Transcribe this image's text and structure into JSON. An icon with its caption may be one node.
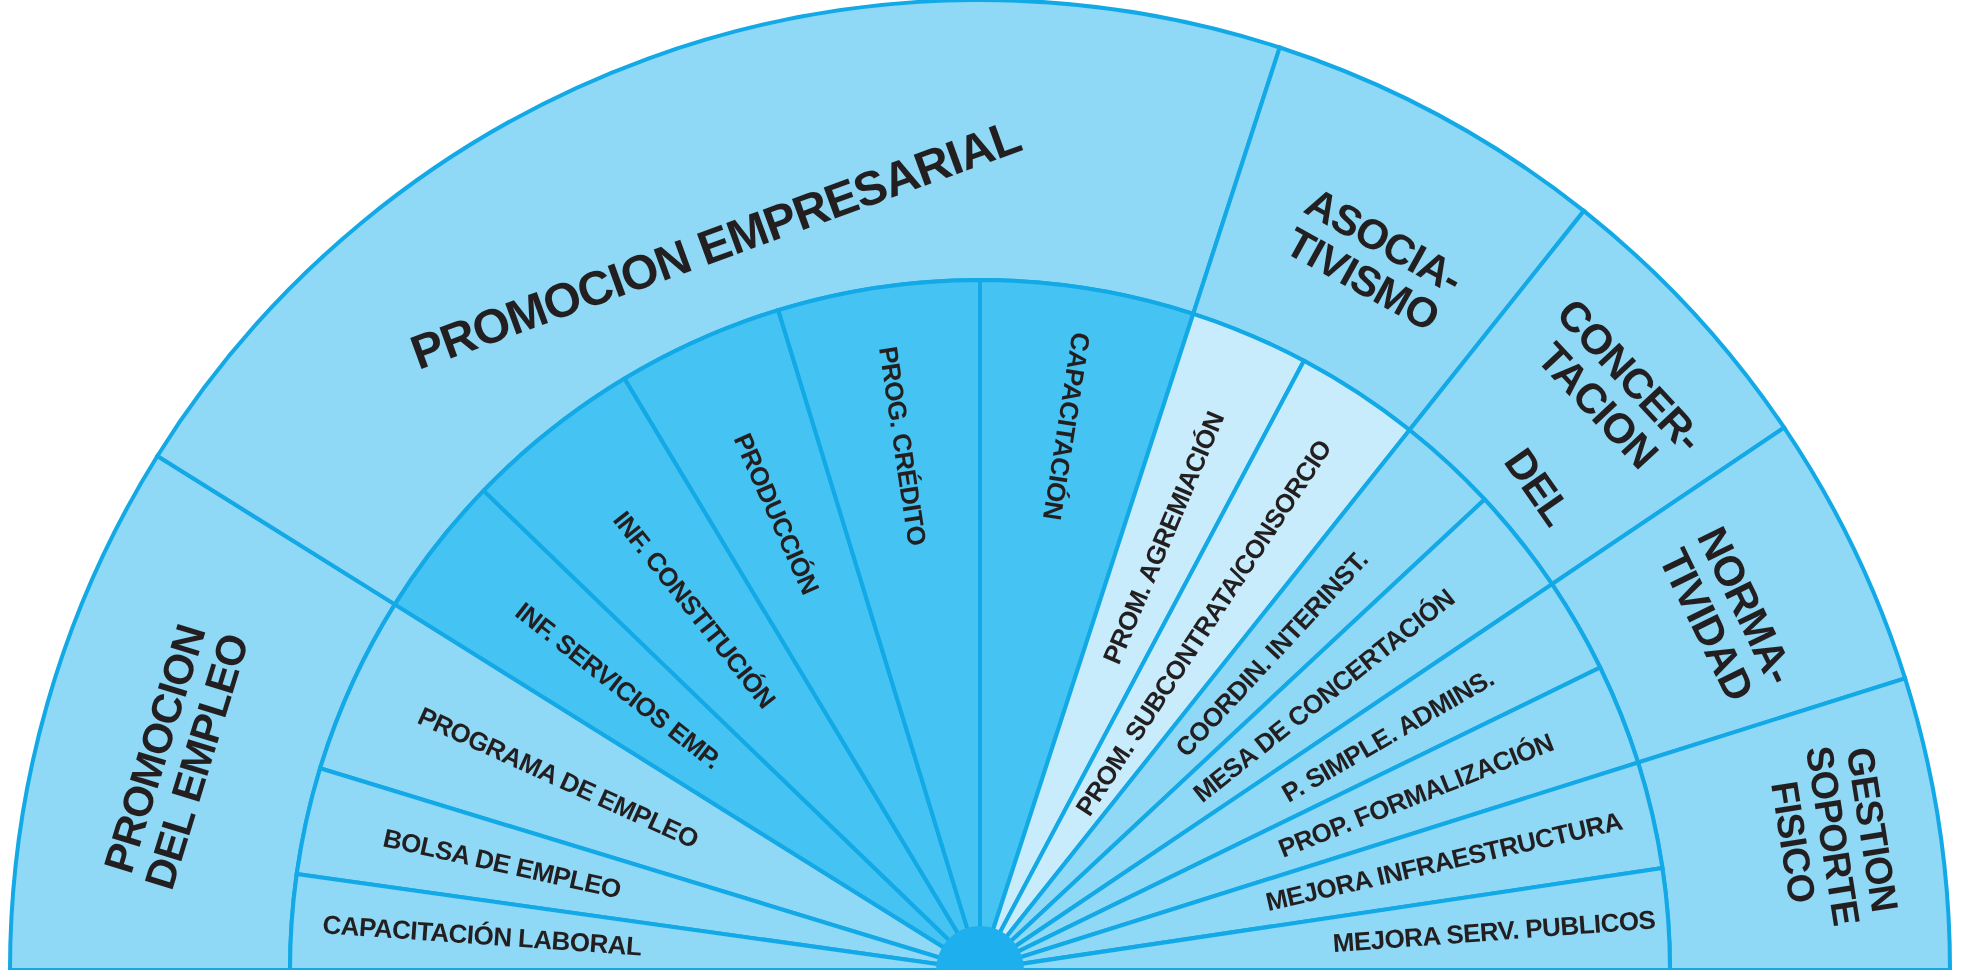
{
  "diagram": {
    "nodes": [
      {
        "text": [
          "PROMOCION DEL EMPLEO"
        ]
      },
      {
        "text": [
          "PROGRAMA DE EMPLEO"
        ]
      },
      {
        "text": [
          "BOLSA DE EMPLEO"
        ]
      },
      {
        "text": [
          "CAPACITACIÓN LABORAL"
        ]
      },
      {
        "text": [
          "PROMOCION EMPRESARIAL"
        ]
      },
      {
        "text": [
          "INF. SERVICIOS EMP."
        ]
      },
      {
        "text": [
          "INF. CONSTITUCIÓN"
        ]
      },
      {
        "text": [
          "PRODUCCIÓN"
        ]
      },
      {
        "text": [
          "PROG. CRÉDITO"
        ]
      },
      {
        "text": [
          "CAPACITACIÓN"
        ]
      },
      {
        "text": [
          "ASOCIA- TIVISMO"
        ]
      },
      {
        "text": [
          "PROM. AGREMIACIÓN"
        ]
      },
      {
        "text": [
          "PROM. SUBCONTRATA/CONSORCIO"
        ]
      },
      {
        "text": [
          "CONCER- TACION",
          "DEL"
        ]
      },
      {
        "text": [
          "COORDIN. INTERINST."
        ]
      },
      {
        "text": [
          "MESA DE CONCERTACIÓN"
        ]
      },
      {
        "text": [
          "NORMA- TIVIDAD"
        ]
      },
      {
        "text": [
          "P. SIMPLE. ADMINS."
        ]
      },
      {
        "text": [
          "PROP. FORMALIZACIÓN"
        ]
      },
      {
        "text": [
          "GESTION SOPORTE FISICO"
        ]
      },
      {
        "text": [
          "MEJORA INFRAESTRUCTURA"
        ]
      },
      {
        "text": [
          "MEJORA SERV. PUBLICOS"
        ]
      },
      {
        "text": [],
        "shape": "circle"
      }
    ]
  }
}
